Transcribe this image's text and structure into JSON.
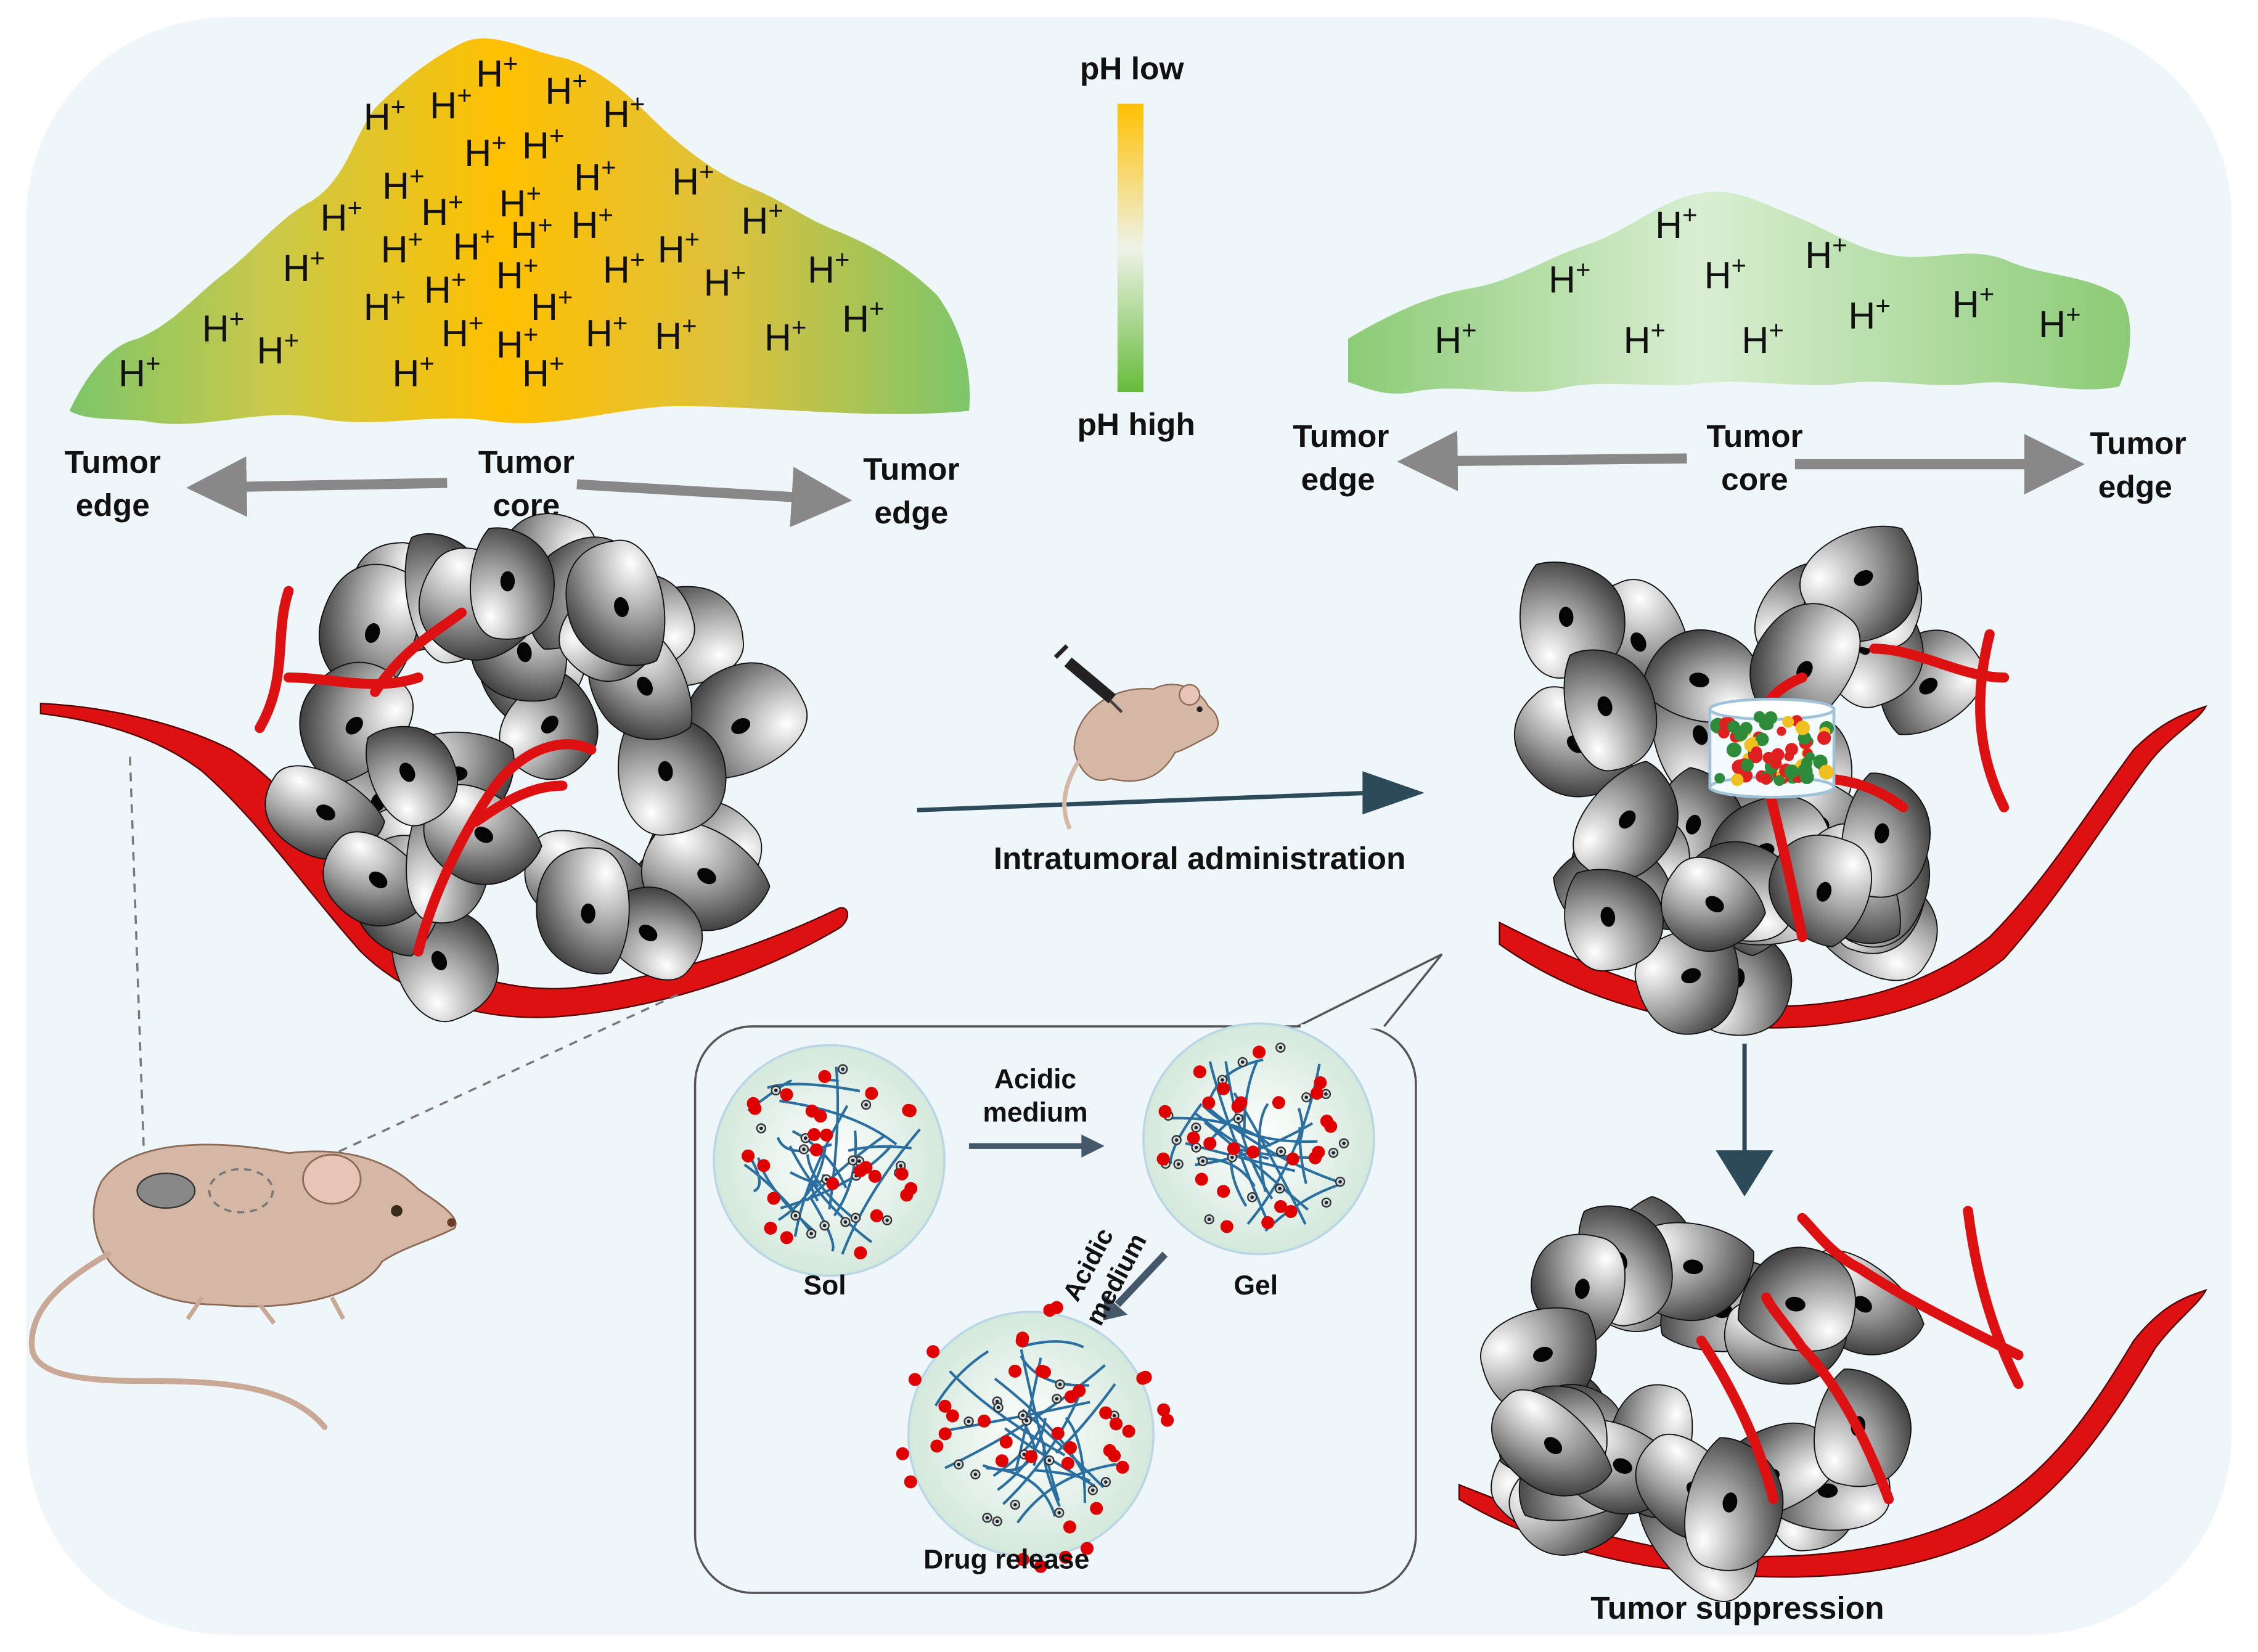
{
  "ph_scale": {
    "low_label": "pH low",
    "high_label": "pH high",
    "color_low": "#FFC000",
    "color_high": "#70C040"
  },
  "left_gradient": {
    "edge_left_line1": "Tumor",
    "edge_left_line2": "edge",
    "core_line1": "Tumor",
    "core_line2": "core",
    "edge_right_line1": "Tumor",
    "edge_right_line2": "edge",
    "ion_label": "H"
  },
  "right_gradient": {
    "edge_left_line1": "Tumor",
    "edge_left_line2": "edge",
    "core_line1": "Tumor",
    "core_line2": "core",
    "edge_right_line1": "Tumor",
    "edge_right_line2": "edge",
    "ion_label": "H"
  },
  "process": {
    "administration_label": "Intratumoral administration"
  },
  "inset": {
    "sol_label": "Sol",
    "gel_label": "Gel",
    "arrow1_line1": "Acidic",
    "arrow1_line2": "medium",
    "arrow2_line1": "Acidic",
    "arrow2_line2": "medium",
    "release_label": "Drug release"
  },
  "outcome": {
    "suppression_label": "Tumor suppression"
  },
  "colors": {
    "vessel": "#DD1111",
    "background": "#EEF6FA",
    "polymer": "#2A6FA0",
    "drug": "#E00000"
  },
  "icons": [
    "mouse-icon",
    "syringe-icon",
    "hydrogel-depot-icon",
    "tumor-cell-cluster-icon",
    "blood-vessel-icon"
  ]
}
